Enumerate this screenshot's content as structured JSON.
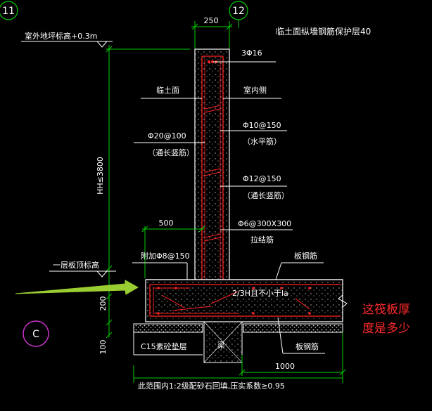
{
  "colors": {
    "background": "#000000",
    "axis_circle": "#00cc00",
    "dim_line": "#00cc00",
    "wall_outline": "#ffffff",
    "rebar": "#ff2020",
    "arrow": "#9acd32",
    "marker_circle": "#cc33cc",
    "question_text": "#ff2a2a"
  },
  "axes": {
    "left_label": "11",
    "right_label": "12"
  },
  "dimensions": {
    "wall_thickness": "250",
    "height": "HH≤3800",
    "slab_thickness": "200",
    "cushion_thickness": "100",
    "offset_left": "500",
    "extension_right": "1000"
  },
  "labels": {
    "top_note": "临土面纵墙钢筋保护层40",
    "outdoor_level": "室外地坪标高+0.3m",
    "top_bars": "3Φ16",
    "soil_side": "临土面",
    "indoor_side": "室内侧",
    "horizontal_bar": "Φ10@150",
    "horizontal_bar_note": "（水平筋）",
    "vertical_bar_left": "Φ20@100",
    "vertical_bar_left_note": "（通长竖筋）",
    "vertical_bar_right": "Φ12@150",
    "vertical_bar_right_note": "（通长竖筋）",
    "tie_bar": "Φ6@300X300",
    "tie_bar_note": "拉结筋",
    "floor_level": "一层板顶标高",
    "added_bar": "附加Φ8@150",
    "slab_top_bar": "板钢筋",
    "slab_bottom_bar": "板钢筋",
    "anchor_note": "2/3H且不小于la",
    "cushion": "C15素砼垫层",
    "beam": "梁",
    "backfill_note": "此范围内1:2级配砂石回填,压实系数≥0.95",
    "marker": "C",
    "question": [
      "这筏板厚",
      "度是多少"
    ]
  }
}
